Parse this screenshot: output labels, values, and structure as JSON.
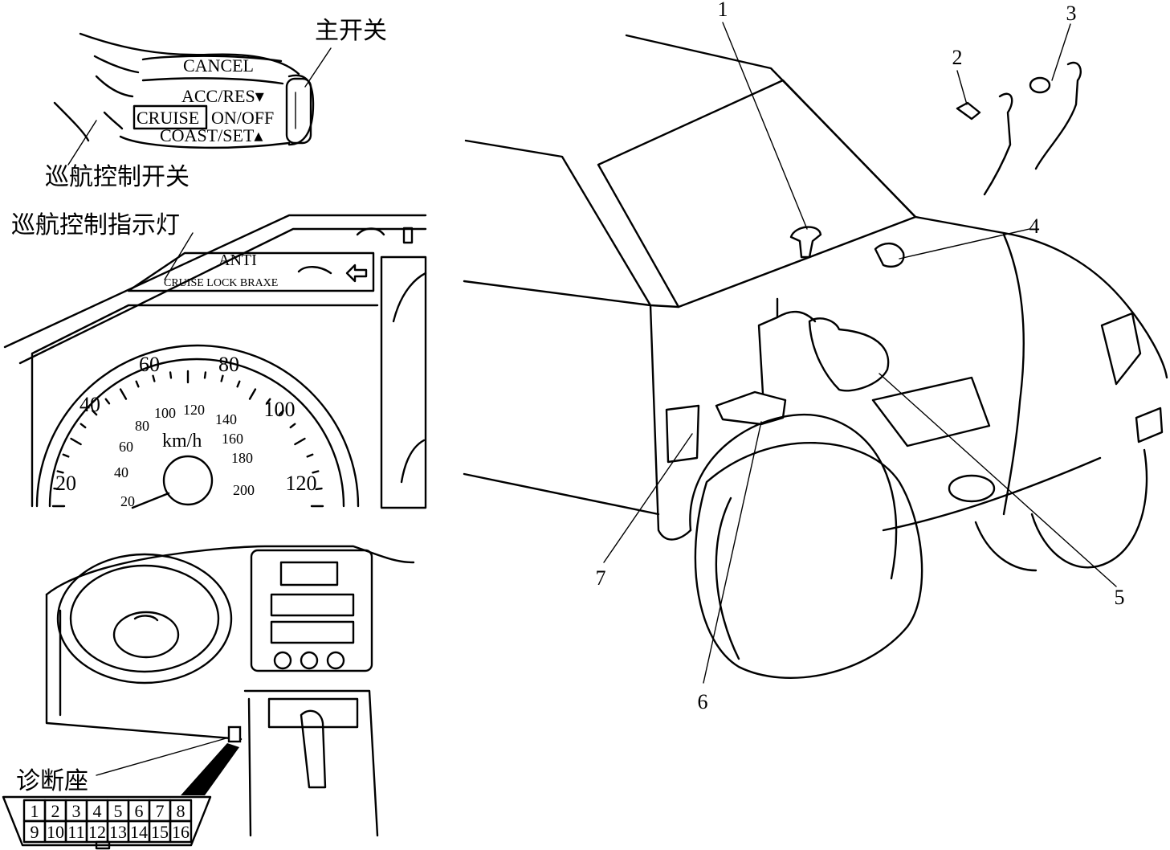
{
  "labels": {
    "main_switch": "主开关",
    "cruise_switch": "巡航控制开关",
    "cruise_indicator": "巡航控制指示灯",
    "diag_connector": "诊断座"
  },
  "switch_panel": {
    "cancel": "CANCEL",
    "acc_res": "ACC/RES▾",
    "cruise": "CRUISE",
    "on_off": "ON/OFF",
    "coast_set": "COAST/SET▴"
  },
  "indicator_panel": {
    "anti": "ANTI",
    "cruise_lock_brake": "CRUISE LOCK BRAXE"
  },
  "speedometer": {
    "mph": [
      "20",
      "40",
      "60",
      "80",
      "100",
      "120"
    ],
    "kmh": [
      "20",
      "40",
      "60",
      "80",
      "100",
      "120",
      "140",
      "160",
      "180",
      "200"
    ],
    "unit": "km/h"
  },
  "diag_pins": {
    "top": [
      "1",
      "2",
      "3",
      "4",
      "5",
      "6",
      "7",
      "8"
    ],
    "bottom": [
      "9",
      "10",
      "11",
      "12",
      "13",
      "14",
      "15",
      "16"
    ]
  },
  "callouts": [
    "1",
    "2",
    "3",
    "4",
    "5",
    "6",
    "7"
  ]
}
